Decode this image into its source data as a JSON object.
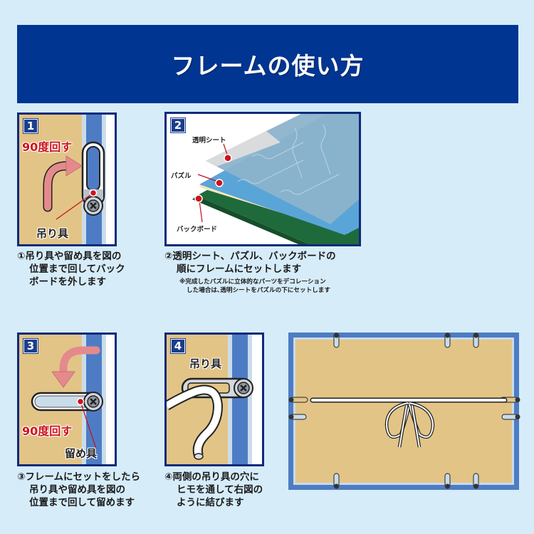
{
  "header": {
    "title": "フレームの使い方"
  },
  "colors": {
    "background": "#d6ecf9",
    "header_bg": "#003591",
    "panel_border": "#0e2a7a",
    "frame_blue": "#4e7cc4",
    "backboard_tan": "#e3c487",
    "accent_red": "#d0121b",
    "arrow_pink": "#e48a8d"
  },
  "steps": [
    {
      "number": "1",
      "illustration_labels": {
        "rotate": "90度回す",
        "part": "吊り具"
      },
      "caption": [
        "①吊り具や留め具を図の",
        "位置まで回してバック",
        "ボードを外します"
      ]
    },
    {
      "number": "2",
      "illustration_labels": {
        "sheet": "透明シート",
        "puzzle": "パズル",
        "backboard": "バックボード"
      },
      "caption": [
        "②透明シート、パズル、バックボードの",
        "順にフレームにセットします"
      ],
      "note": [
        "※完成したパズルに立体的なパーツをデコレーション",
        "した場合は､透明シートをパズルの下にセットします"
      ]
    },
    {
      "number": "3",
      "illustration_labels": {
        "rotate": "90度回す",
        "part": "留め具"
      },
      "caption": [
        "③フレームにセットをしたら",
        "吊り具や留め具を図の",
        "位置まで回して留めます"
      ]
    },
    {
      "number": "4",
      "illustration_labels": {
        "part": "吊り具"
      },
      "caption": [
        "④両側の吊り具の穴に",
        "ヒモを通して右図の",
        "ように結びます"
      ]
    }
  ],
  "diagram": {
    "description": "frame-back-with-tied-string"
  }
}
